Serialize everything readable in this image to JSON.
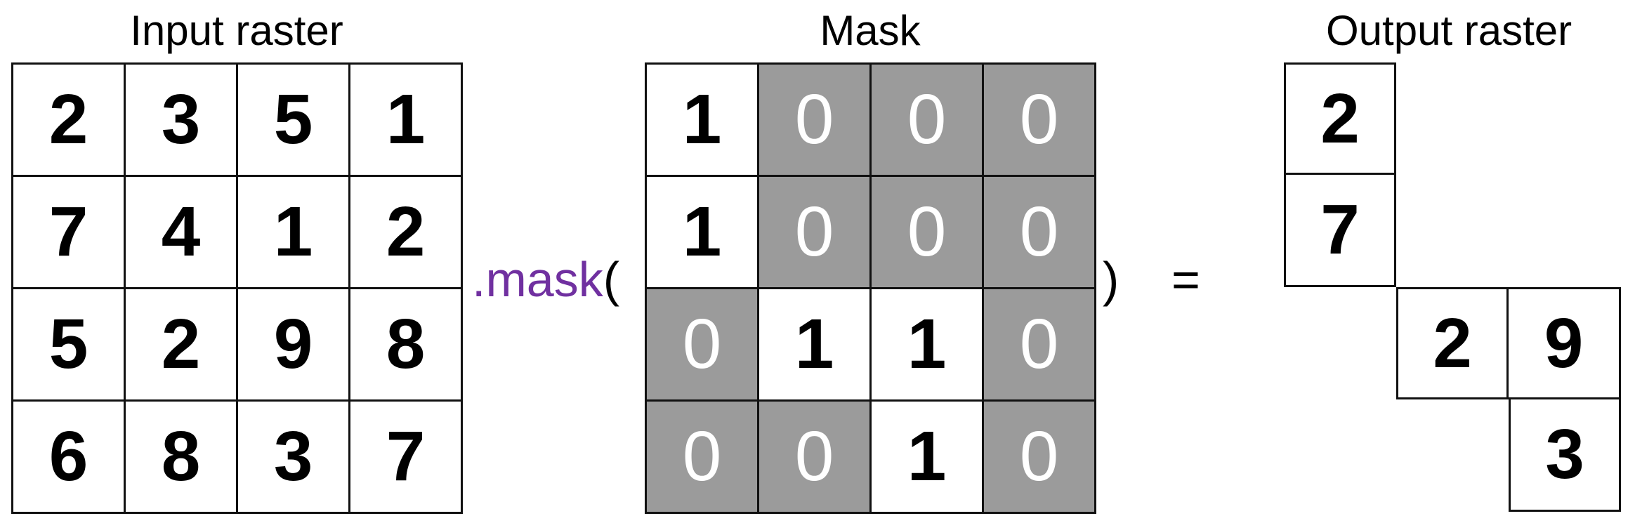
{
  "input": {
    "title": "Input raster",
    "values": [
      [
        2,
        3,
        5,
        1
      ],
      [
        7,
        4,
        1,
        2
      ],
      [
        5,
        2,
        9,
        8
      ],
      [
        6,
        8,
        3,
        7
      ]
    ]
  },
  "mask": {
    "title": "Mask",
    "values": [
      [
        1,
        0,
        0,
        0
      ],
      [
        1,
        0,
        0,
        0
      ],
      [
        0,
        1,
        1,
        0
      ],
      [
        0,
        0,
        1,
        0
      ]
    ]
  },
  "output": {
    "title": "Output raster",
    "cells": [
      {
        "row": 0,
        "col": 0,
        "value": 2
      },
      {
        "row": 1,
        "col": 0,
        "value": 7
      },
      {
        "row": 2,
        "col": 1,
        "value": 2
      },
      {
        "row": 2,
        "col": 2,
        "value": 9
      },
      {
        "row": 3,
        "col": 2,
        "value": 3
      }
    ]
  },
  "operator": {
    "method": ".mask",
    "open_paren": "(",
    "close_paren": ")",
    "equals": "="
  }
}
